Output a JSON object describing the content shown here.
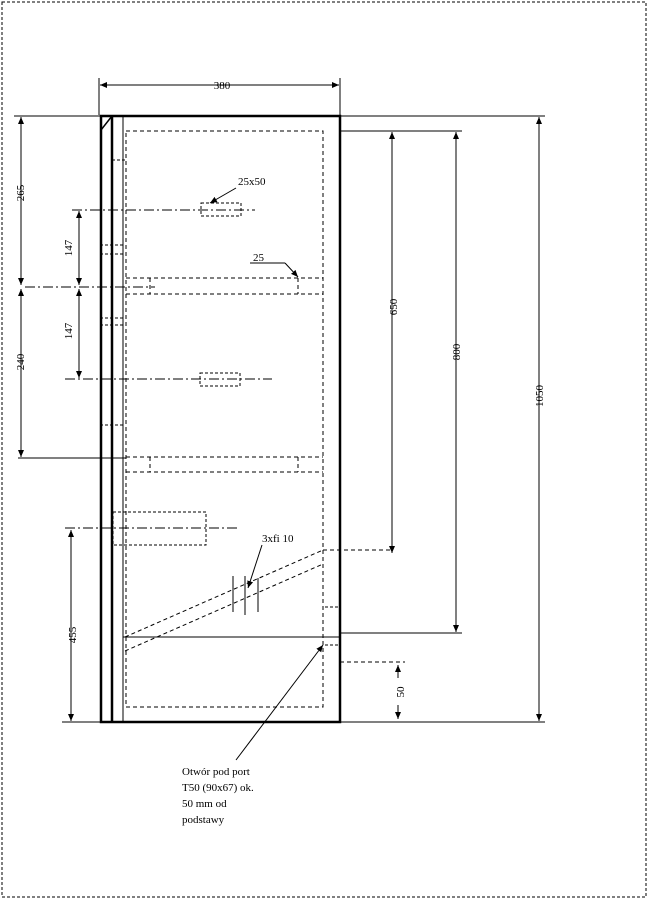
{
  "dimensions": {
    "width_top": "380",
    "upper_265": "265",
    "upper_147_a": "147",
    "upper_147_b": "147",
    "mid_240": "240",
    "lower_455": "455",
    "right_650": "650",
    "right_800": "800",
    "right_1050": "1050",
    "bottom_50": "50"
  },
  "labels": {
    "slot_25x50": "25x50",
    "shelf_25": "25",
    "holes_3xfi10": "3xfi 10"
  },
  "note_lines": [
    "Otwór pod port",
    "T50 (90x67) ok.",
    "50 mm od",
    "podstawy"
  ]
}
